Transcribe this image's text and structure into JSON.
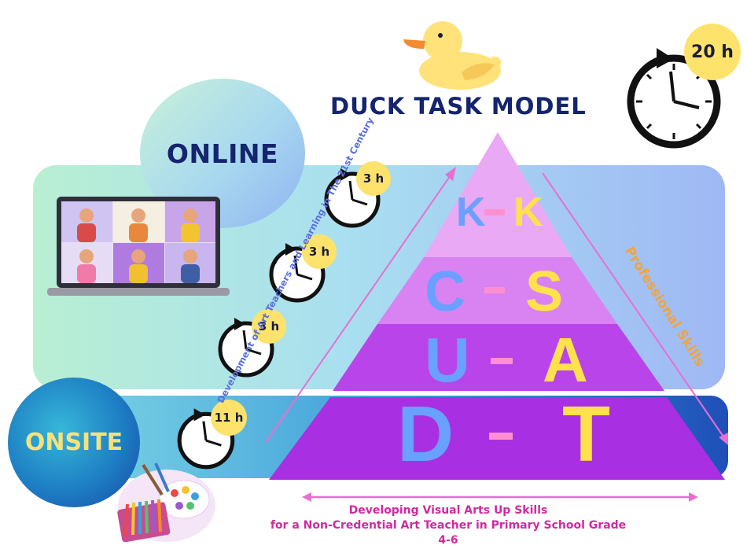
{
  "title": "DUCK TASK MODEL",
  "online_label": "ONLINE",
  "onsite_label": "ONSITE",
  "total_hours": "20 h",
  "online_hours": [
    "3 h",
    "3 h",
    "3 h"
  ],
  "onsite_hours": "11 h",
  "left_axis_label": "Development of Art Teachers and Learning in The 21st Century",
  "right_axis_label": "Professional Skills",
  "pyramid_levels": [
    {
      "left": "K",
      "right": "K"
    },
    {
      "left": "C",
      "right": "S"
    },
    {
      "left": "U",
      "right": "A"
    },
    {
      "left": "D",
      "right": "T"
    }
  ],
  "bottom_caption": {
    "line1": "Developing Visual Arts Up Skills",
    "line2": "for a Non-Credential Art Teacher in Primary School Grade 4-6"
  },
  "colors": {
    "navy": "#14246e",
    "level1": "#e7a6f4",
    "level2": "#d27cf0",
    "level3": "#b43ee9",
    "level4": "#a72de2",
    "letter_blue": "#6aa0ff",
    "letter_yellow": "#ffe14d",
    "dash_pink": "#ff8fd0",
    "caption_pink": "#cf2aa0"
  }
}
